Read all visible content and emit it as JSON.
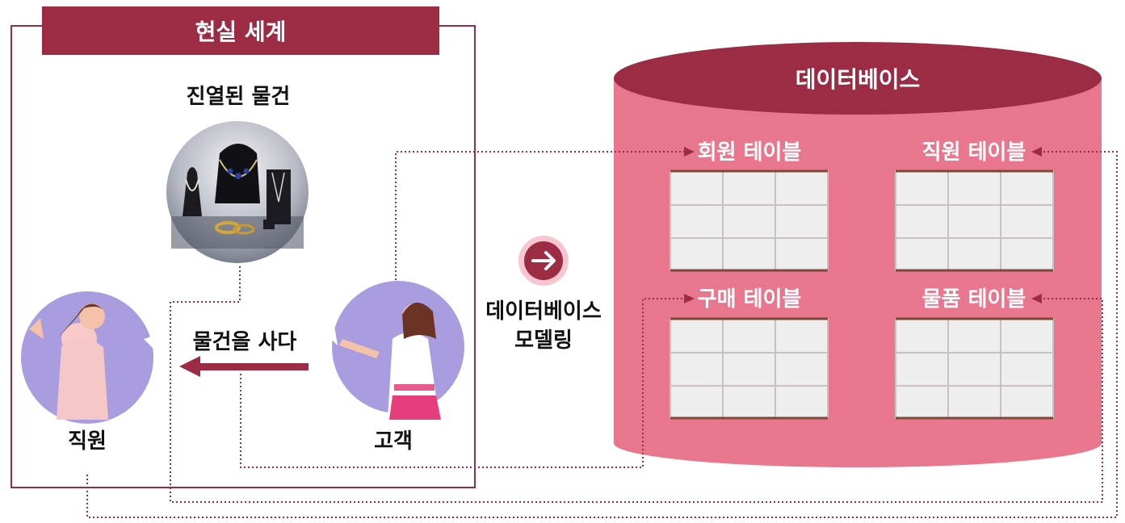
{
  "real_world": {
    "title": "현실 세계",
    "displayed_goods": "진열된 물건",
    "employee": "직원",
    "customer": "고객",
    "buy_action": "물건을 사다"
  },
  "modeling": {
    "line1": "데이터베이스",
    "line2": "모델링",
    "icon": "arrow-right-circle-icon"
  },
  "database": {
    "title": "데이터베이스",
    "tables": [
      {
        "label": "회원 테이블"
      },
      {
        "label": "직원 테이블"
      },
      {
        "label": "구매 테이블"
      },
      {
        "label": "물품 테이블"
      }
    ]
  },
  "colors": {
    "dark_red": "#9b2c44",
    "pink": "#e8768c",
    "lavender": "#a99de0"
  }
}
